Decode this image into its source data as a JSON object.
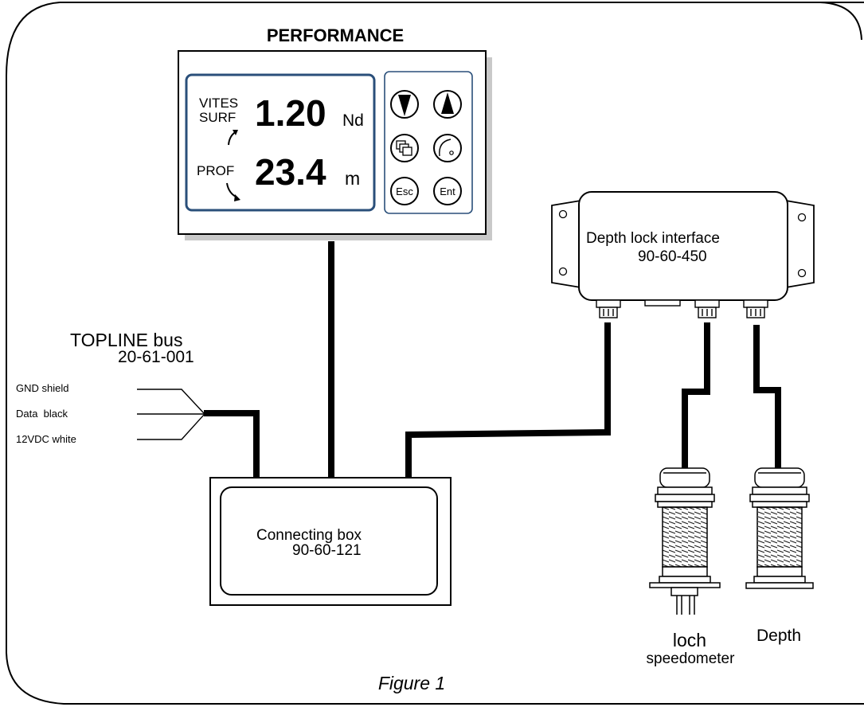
{
  "display": {
    "title": "PERFORMANCE",
    "line1_label_a": "VITES",
    "line1_label_b": "SURF",
    "line1_value": "1.20",
    "line1_unit": "Nd",
    "line2_label": "PROF",
    "line2_value": "23.4",
    "line2_unit": "m",
    "buttons": {
      "esc": "Esc",
      "ent": "Ent"
    },
    "panel_color": "#2a4f7a"
  },
  "bus": {
    "title": "TOPLINE bus",
    "code": "20-61-001",
    "wires": [
      "GND shield",
      "Data  black",
      "12VDC white"
    ]
  },
  "connecting_box": {
    "label": "Connecting box",
    "code": "90-60-121"
  },
  "interface": {
    "label": "Depth lock interface",
    "code": "90-60-450"
  },
  "sensors": {
    "loch_label": "loch",
    "loch_sub": "speedometer",
    "depth_label": "Depth"
  },
  "caption": "Figure 1"
}
